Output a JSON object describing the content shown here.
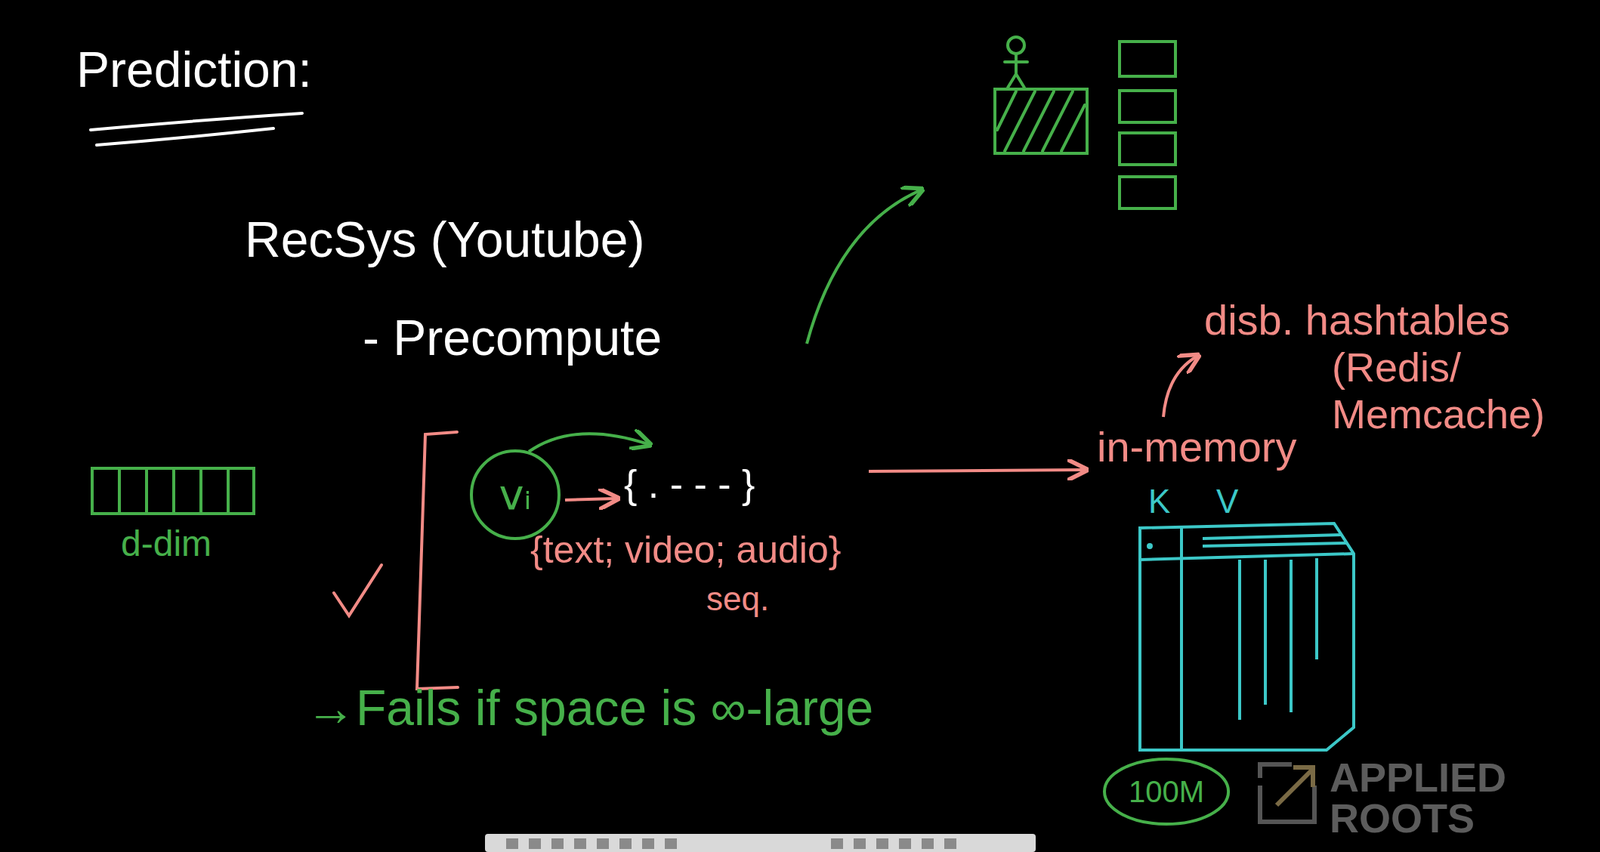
{
  "diagram": {
    "title": "Prediction:",
    "nodes": [
      {
        "text": [
          "vᵢ"
        ]
      },
      {
        "text": [
          "K",
          "V"
        ]
      },
      {
        "text": [
          "100M"
        ]
      }
    ],
    "labels": [
      "RecSys (Youtube)",
      "- Precompute",
      "d-dim",
      "{ . - - - }",
      "{text; video; audio}",
      "seq.",
      "→Fails if space is ∞-large",
      "in-memory",
      "disb. hashtables",
      "(Redis/ Memcache)",
      "APPLIED ROOTS"
    ]
  }
}
